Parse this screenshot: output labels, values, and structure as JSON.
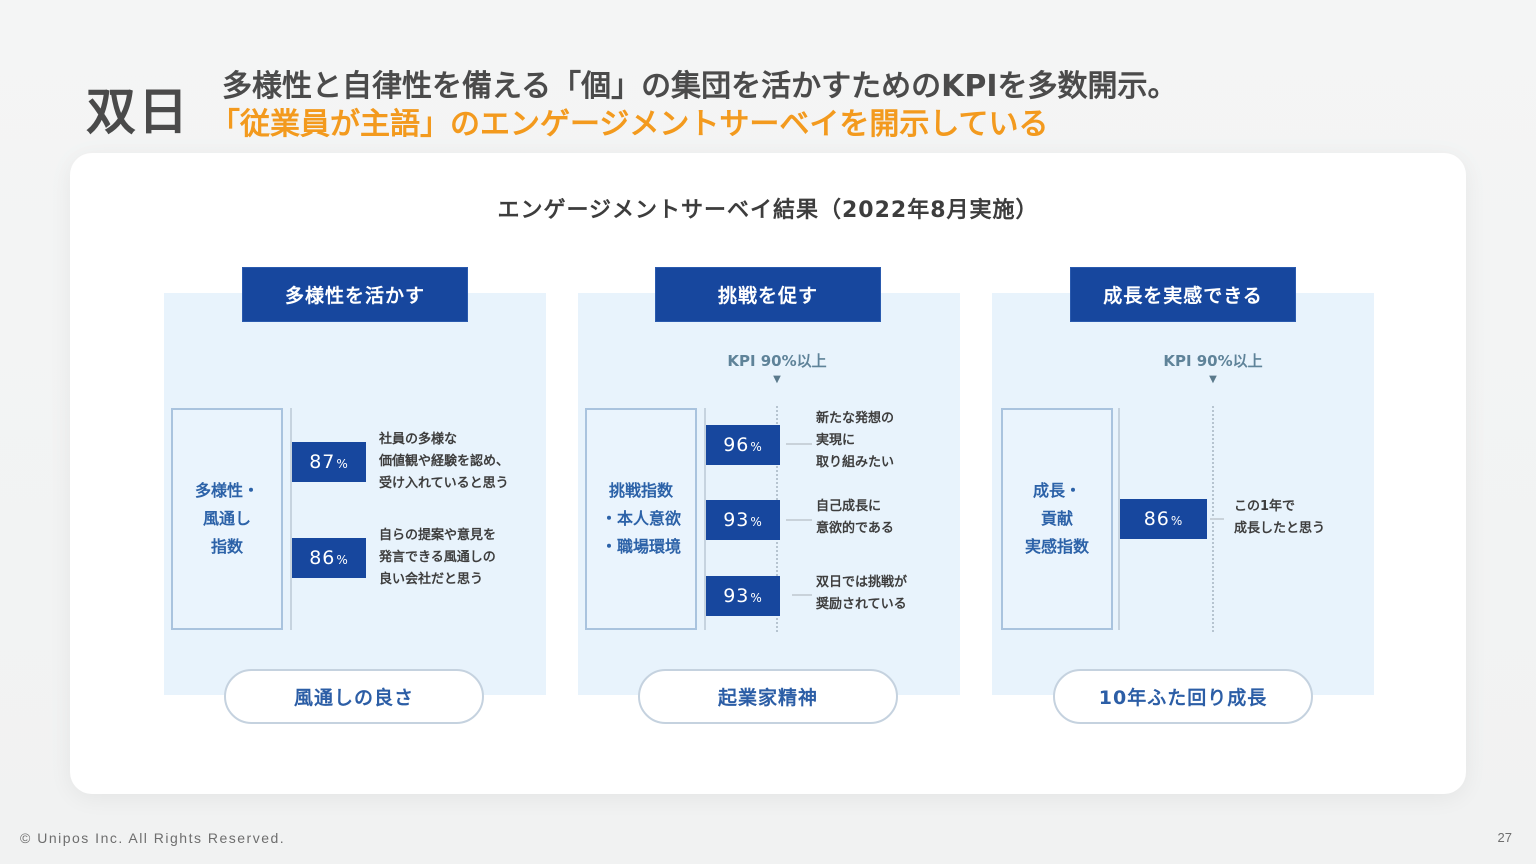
{
  "header": {
    "company": "双日",
    "headline_line1": "多様性と自律性を備える「個」の集団を活かすためのKPIを多数開示。",
    "headline_line2": "「従業員が主語」のエンゲージメントサーベイを開示している"
  },
  "card": {
    "title": "エンゲージメントサーベイ結果（2022年8月実施）"
  },
  "panels": [
    {
      "tab": "多様性を活かす",
      "index_label": "多様性・\n風通し\n指数",
      "kpi": null,
      "items": [
        {
          "value": "87",
          "unit": "%",
          "description": "社員の多様な\n価値観や経験を認め、\n受け入れていると思う"
        },
        {
          "value": "86",
          "unit": "%",
          "description": "自らの提案や意見を\n発言できる風通しの\n良い会社だと思う"
        }
      ],
      "outcome": "風通しの良さ"
    },
    {
      "tab": "挑戦を促す",
      "index_label": "挑戦指数\n・本人意欲\n・職場環境",
      "kpi": "KPI 90%以上",
      "kpi_arrow": "▼",
      "items": [
        {
          "value": "96",
          "unit": "%",
          "description": "新たな発想の\n実現に\n取り組みたい"
        },
        {
          "value": "93",
          "unit": "%",
          "description": "自己成長に\n意欲的である"
        },
        {
          "value": "93",
          "unit": "%",
          "description": "双日では挑戦が\n奨励されている"
        }
      ],
      "outcome": "起業家精神"
    },
    {
      "tab": "成長を実感できる",
      "index_label": "成長・\n貢献\n実感指数",
      "kpi": "KPI 90%以上",
      "kpi_arrow": "▼",
      "items": [
        {
          "value": "86",
          "unit": "%",
          "description": "この1年で\n成長したと思う"
        }
      ],
      "outcome": "10年ふた回り成長"
    }
  ],
  "footer": {
    "copyright": "© Unipos Inc. All Rights Reserved.",
    "page_number": "27"
  },
  "colors": {
    "accent_orange": "#f39a1e",
    "navy": "#17479e",
    "panel_bg": "#e8f3fc",
    "label_blue": "#2c62a8"
  }
}
